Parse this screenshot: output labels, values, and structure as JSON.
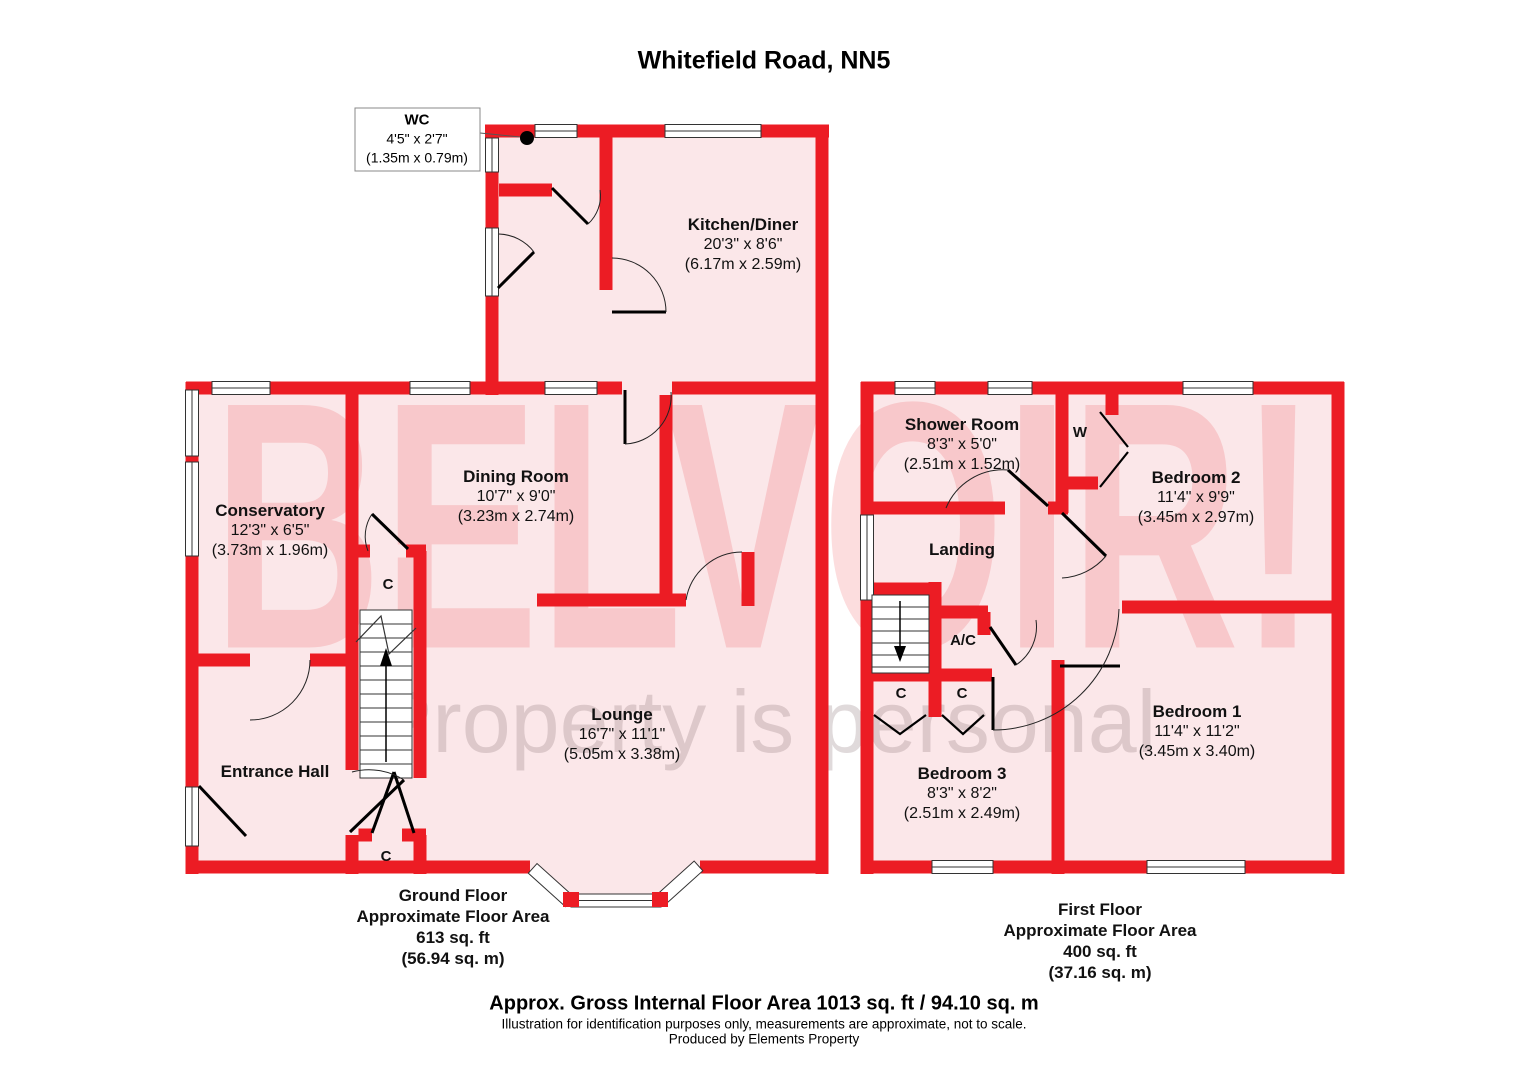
{
  "title": "Whitefield Road, NN5",
  "watermark": {
    "brand": "BELVOIR!",
    "tagline": "Property is personal"
  },
  "colors": {
    "wall_red": "#ec1c24",
    "room_fill": "#fbe7e9",
    "watermark_pink": "rgba(236,28,36,0.15)",
    "watermark_gray": "rgba(130,108,112,0.25)"
  },
  "ground_floor": {
    "rooms": {
      "wc": {
        "name": "WC",
        "imperial": "4'5\" x 2'7\"",
        "metric": "(1.35m x 0.79m)"
      },
      "kitchen": {
        "name": "Kitchen/Diner",
        "imperial": "20'3\" x 8'6\"",
        "metric": "(6.17m x 2.59m)"
      },
      "conservatory": {
        "name": "Conservatory",
        "imperial": "12'3\" x 6'5\"",
        "metric": "(3.73m x 1.96m)"
      },
      "dining": {
        "name": "Dining Room",
        "imperial": "10'7\" x 9'0\"",
        "metric": "(3.23m x 2.74m)"
      },
      "lounge": {
        "name": "Lounge",
        "imperial": "16'7\" x 11'1\"",
        "metric": "(5.05m x 3.38m)"
      },
      "entrance": {
        "name": "Entrance Hall"
      }
    },
    "closets": [
      "C",
      "C"
    ],
    "summary": {
      "floor": "Ground Floor",
      "label": "Approximate Floor Area",
      "area_ft": "613 sq. ft",
      "area_m": "(56.94 sq. m)"
    }
  },
  "first_floor": {
    "rooms": {
      "shower": {
        "name": "Shower Room",
        "imperial": "8'3\" x 5'0\"",
        "metric": "(2.51m x 1.52m)"
      },
      "bedroom2": {
        "name": "Bedroom 2",
        "imperial": "11'4\" x 9'9\"",
        "metric": "(3.45m x 2.97m)"
      },
      "bedroom1": {
        "name": "Bedroom 1",
        "imperial": "11'4\" x 11'2\"",
        "metric": "(3.45m x 3.40m)"
      },
      "bedroom3": {
        "name": "Bedroom 3",
        "imperial": "8'3\" x 8'2\"",
        "metric": "(2.51m x 2.49m)"
      },
      "landing": {
        "name": "Landing"
      }
    },
    "wardrobe": "W",
    "airing_cupboard": "A/C",
    "closets": [
      "C",
      "C"
    ],
    "summary": {
      "floor": "First Floor",
      "label": "Approximate Floor Area",
      "area_ft": "400 sq. ft",
      "area_m": "(37.16 sq. m)"
    }
  },
  "footer": {
    "gross_area": "Approx. Gross Internal Floor Area 1013 sq. ft / 94.10 sq. m",
    "disclaimer": "Illustration for identification purposes only, measurements are approximate, not to scale.",
    "credit": "Produced by Elements Property"
  }
}
